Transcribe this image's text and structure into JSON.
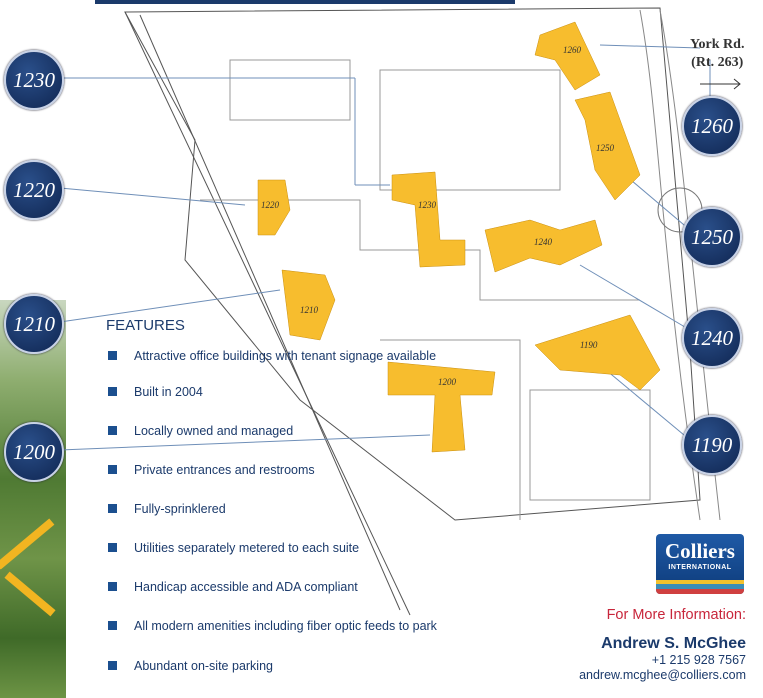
{
  "site_plan": {
    "road_label_line1": "York Rd.",
    "road_label_line2": "(Rt. 263)",
    "buildings": [
      "1260",
      "1250",
      "1240",
      "1230",
      "1220",
      "1210",
      "1200",
      "1190"
    ],
    "callouts": [
      {
        "label": "1230"
      },
      {
        "label": "1220"
      },
      {
        "label": "1210"
      },
      {
        "label": "1200"
      },
      {
        "label": "1260"
      },
      {
        "label": "1250"
      },
      {
        "label": "1240"
      },
      {
        "label": "1190"
      }
    ]
  },
  "features": {
    "title": "FEATURES",
    "items": [
      "Attractive office buildings with tenant signage available",
      "Built in 2004",
      "Locally owned and managed",
      "Private entrances and restrooms",
      "Fully-sprinklered",
      "Utilities separately metered to each suite",
      "Handicap accessible and ADA compliant",
      "All modern amenities including fiber optic feeds to park",
      "Abundant on-site parking"
    ]
  },
  "logo": {
    "name": "Colliers",
    "sub": "INTERNATIONAL"
  },
  "contact": {
    "heading": "For More Information:",
    "name": "Andrew S. McGhee",
    "phone": "+1 215 928 7567",
    "email": "andrew.mcghee@colliers.com"
  },
  "colors": {
    "navy": "#1b3a6b",
    "building": "#f7bd2e",
    "accent_red": "#c8263b"
  }
}
